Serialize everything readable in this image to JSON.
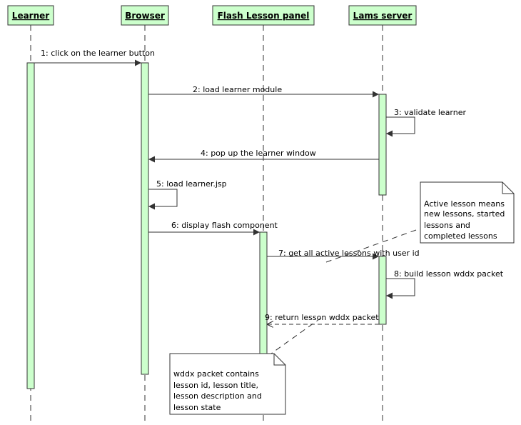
{
  "colors": {
    "participant_fill": "#ccffcc",
    "activation_fill": "#ccffcc",
    "line": "#333333",
    "note_fill": "#ffffff"
  },
  "participants": [
    {
      "id": "learner",
      "label": "Learner"
    },
    {
      "id": "browser",
      "label": "Browser"
    },
    {
      "id": "flash",
      "label": "Flash Lesson panel"
    },
    {
      "id": "lams",
      "label": "Lams server"
    }
  ],
  "messages": [
    {
      "label": "1: click on the learner button",
      "from": "learner",
      "to": "browser",
      "style": "solid"
    },
    {
      "label": "2: load learner module",
      "from": "browser",
      "to": "lams",
      "style": "solid"
    },
    {
      "label": "3: validate learner",
      "from": "lams",
      "to": "lams",
      "style": "self"
    },
    {
      "label": "4: pop up the learner window",
      "from": "lams",
      "to": "browser",
      "style": "solid"
    },
    {
      "label": "5: load learner.jsp",
      "from": "browser",
      "to": "browser",
      "style": "self"
    },
    {
      "label": "6: display flash component",
      "from": "browser",
      "to": "flash",
      "style": "solid"
    },
    {
      "label": "7: get all active lessons with user id",
      "from": "flash",
      "to": "lams",
      "style": "solid"
    },
    {
      "label": "8: build lesson wddx packet",
      "from": "lams",
      "to": "lams",
      "style": "self"
    },
    {
      "label": "9: return lesson wddx packet",
      "from": "lams",
      "to": "flash",
      "style": "dashed"
    }
  ],
  "notes": [
    {
      "lines": [
        "Active lesson means",
        "new lessons, started",
        "lessons and",
        "completed lessons"
      ]
    },
    {
      "lines": [
        "wddx packet contains",
        "lesson id, lesson title,",
        "lesson description and",
        "lesson state"
      ]
    }
  ]
}
